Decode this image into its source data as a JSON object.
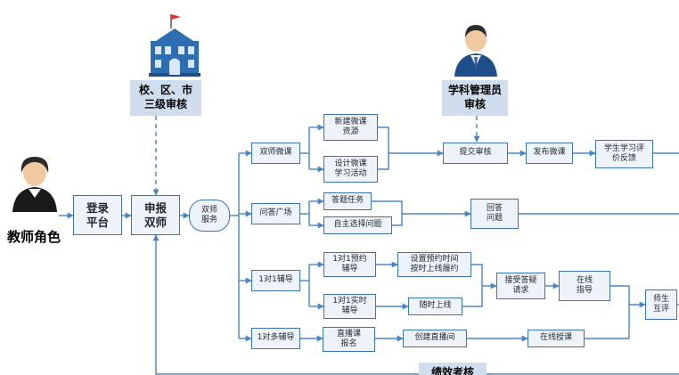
{
  "teacher": {
    "label": "教师角色"
  },
  "school": {
    "label": "校、区、市\n三级审核"
  },
  "admin": {
    "label": "学科管理员\n审核"
  },
  "nodes": {
    "login": "登录\n平台",
    "apply": "申报\n双师",
    "service": "双师\n服务",
    "dual": "双师微课",
    "qa": "问答广场",
    "one2one": "1对1辅导",
    "one2many": "1对多辅导",
    "new_course": "新建微课\n资源",
    "design": "设计微课\n学习活动",
    "submit": "提交审核",
    "publish": "发布微课",
    "eval": "学生学习评\n价反馈",
    "answer_task": "答题任务",
    "choose_q": "自主选择问题",
    "reply": "回答\n问题",
    "book": "1对1预约\n辅导",
    "set_time": "设置预约时间\n按时上线履约",
    "realtime": "1对1实时\n辅导",
    "online_any": "随时上线",
    "accept": "接受答疑\n请求",
    "guide": "在线\n指导",
    "peer": "师生\n互评",
    "live_reg": "直播课\n报名",
    "create_room": "创建直播间",
    "teach_online": "在线授课",
    "perf": "绩效考核"
  },
  "colors": {
    "line": "#4a86c5",
    "box_border": "#3f73ad",
    "box_fill": "#eef3f9",
    "banner": "#d0dded"
  },
  "icons": [
    "teacher-icon",
    "school-building-icon",
    "admin-person-icon"
  ]
}
